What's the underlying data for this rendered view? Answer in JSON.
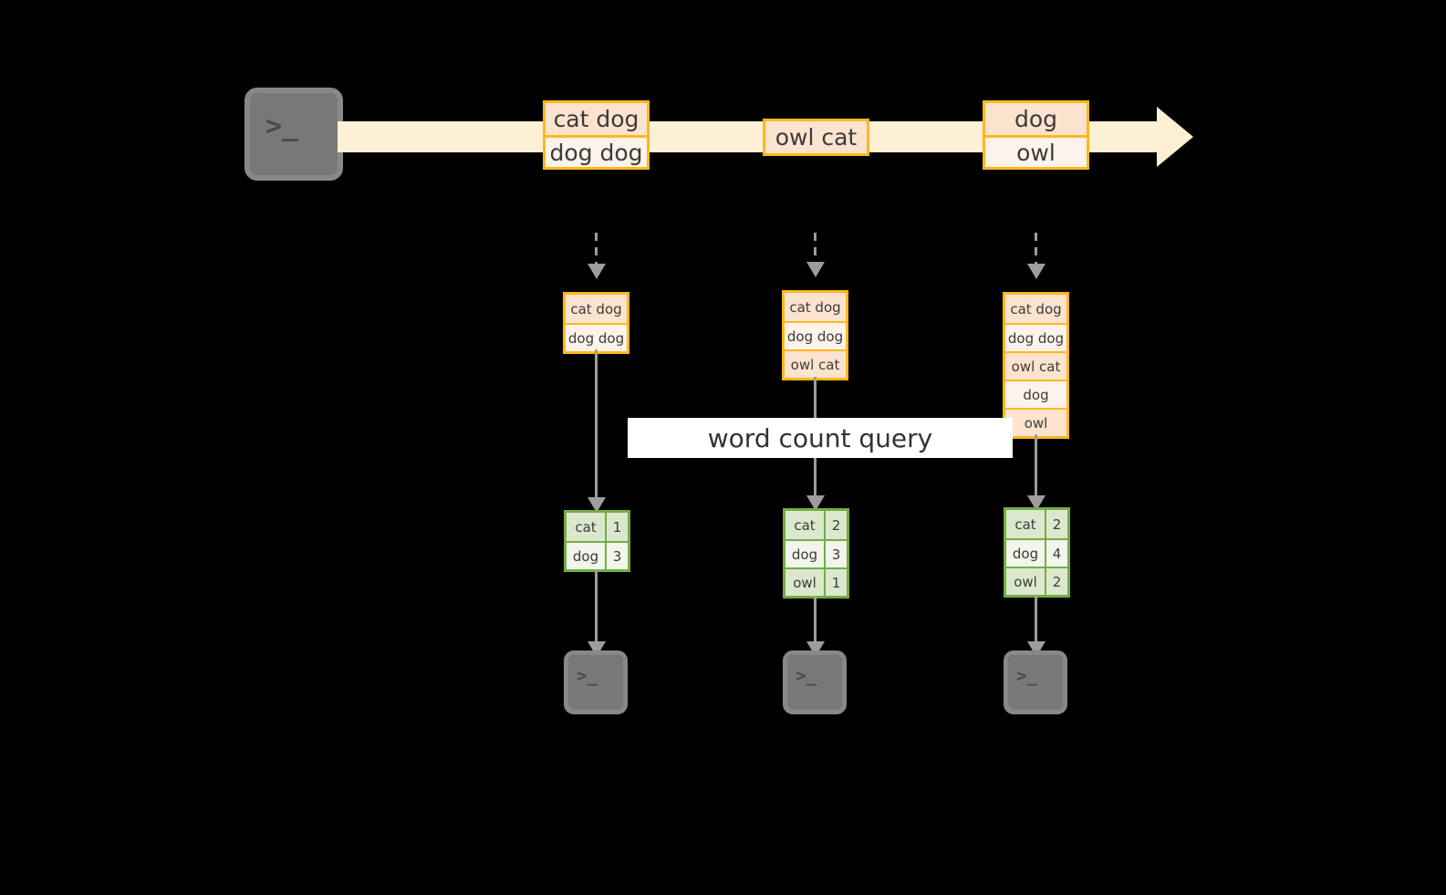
{
  "diagram": {
    "title": "word count query",
    "colors": {
      "record_border": "#FFB81C",
      "record_fill": "#FDF2E9",
      "record_fill_alt": "#FCE3CE",
      "stream": "#FDF0D5",
      "count_border": "#74AD43",
      "count_fill": "#DCE8CE",
      "count_fill_alt": "#F1F5EC",
      "connector": "#9d9d9d",
      "terminal": "#767676",
      "background": "#000000"
    }
  },
  "source_terminal": {
    "prompt": ">_"
  },
  "stream": {
    "name": "input-stream",
    "groups": [
      {
        "lines": [
          "cat dog",
          "dog dog"
        ]
      },
      {
        "lines": [
          "owl cat"
        ]
      },
      {
        "lines": [
          "dog",
          "owl"
        ]
      }
    ]
  },
  "query": {
    "label": "word count query"
  },
  "columns": [
    {
      "id": "t1",
      "accumulated": [
        "cat dog",
        "dog dog"
      ],
      "counts": [
        {
          "word": "cat",
          "count": "1"
        },
        {
          "word": "dog",
          "count": "3"
        }
      ],
      "sink_prompt": ">_"
    },
    {
      "id": "t2",
      "accumulated": [
        "cat dog",
        "dog dog",
        "owl cat"
      ],
      "counts": [
        {
          "word": "cat",
          "count": "2"
        },
        {
          "word": "dog",
          "count": "3"
        },
        {
          "word": "owl",
          "count": "1"
        }
      ],
      "sink_prompt": ">_"
    },
    {
      "id": "t3",
      "accumulated": [
        "cat dog",
        "dog dog",
        "owl cat",
        "dog",
        "owl"
      ],
      "counts": [
        {
          "word": "cat",
          "count": "2"
        },
        {
          "word": "dog",
          "count": "4"
        },
        {
          "word": "owl",
          "count": "2"
        }
      ],
      "sink_prompt": ">_"
    }
  ]
}
